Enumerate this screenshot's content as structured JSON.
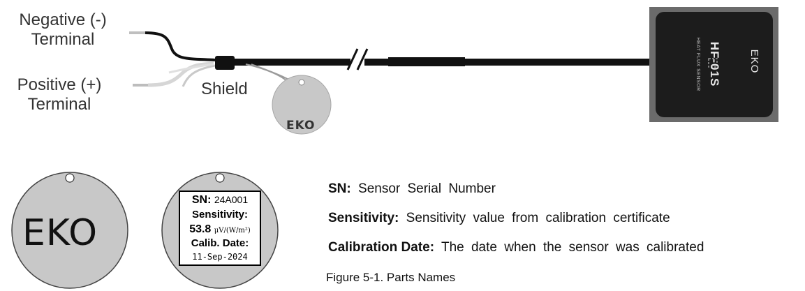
{
  "labels": {
    "negative_line1": "Negative (-)",
    "negative_line2": "Terminal",
    "positive_line1": "Positive (+)",
    "positive_line2": "Terminal",
    "shield": "Shield"
  },
  "sensor": {
    "model": "HF-01S",
    "subtitle": "HEAT FLUX SENSOR",
    "brand": "EKO"
  },
  "cable_tag": {
    "brand": "EKO"
  },
  "tag_front": {
    "brand": "EKO"
  },
  "tag_back": {
    "sn_label": "SN:",
    "sn_value": "24A001",
    "sensitivity_label": "Sensitivity:",
    "sensitivity_value": "53.8",
    "sensitivity_unit": "μV/(W/m²)",
    "calib_label": "Calib. Date:",
    "calib_value": "11-Sep-2024"
  },
  "legend": [
    {
      "term": "SN:",
      "desc": "Sensor Serial Number"
    },
    {
      "term": "Sensitivity:",
      "desc": "Sensitivity value from calibration certificate"
    },
    {
      "term": "Calibration Date:",
      "desc": "The date when the sensor was calibrated"
    }
  ],
  "caption": "Figure 5-1. Parts Names",
  "colors": {
    "sensor_body": "#1c1c1c",
    "sensor_frame": "#6b6b6b",
    "tag": "#c8c8c8",
    "cable": "#111111"
  }
}
